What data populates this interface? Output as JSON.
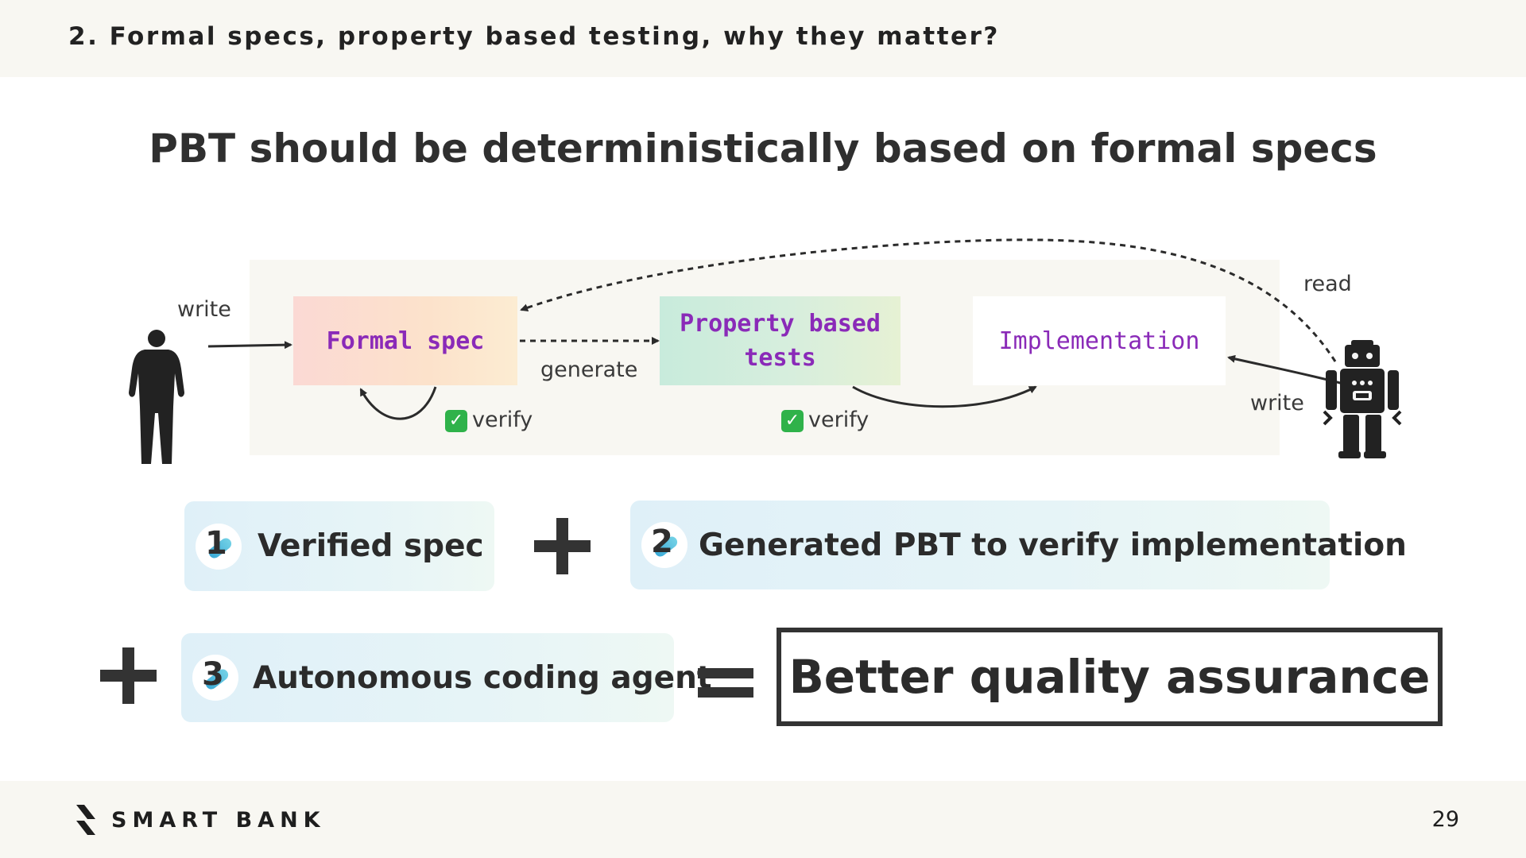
{
  "header": {
    "section_title": "2. Formal specs, property based testing, why they matter?"
  },
  "slide": {
    "title": "PBT should be deterministically based on formal specs"
  },
  "diagram": {
    "nodes": {
      "formal_spec": "Formal spec",
      "pbt": "Property based tests",
      "implementation": "Implementation"
    },
    "labels": {
      "human_write": "write",
      "generate": "generate",
      "verify_spec": "verify",
      "verify_impl": "verify",
      "robot_read": "read",
      "robot_write": "write"
    }
  },
  "summary": {
    "item1": {
      "number": "1",
      "text": "Verified spec"
    },
    "item2": {
      "number": "2",
      "text": "Generated PBT to verify implementation"
    },
    "item3": {
      "number": "3",
      "text": "Autonomous coding agent"
    },
    "result": "Better quality assurance"
  },
  "footer": {
    "brand": "SMART BANK",
    "page_number": "29"
  },
  "colors": {
    "node_text": "#8a2ab8",
    "check_green": "#2fb24a",
    "badge_accent": "#39a9d6"
  }
}
